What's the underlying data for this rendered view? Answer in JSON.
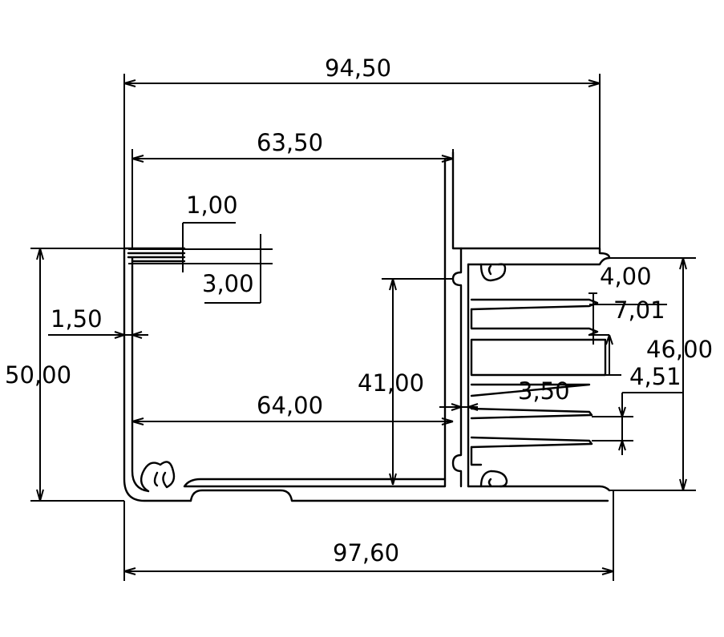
{
  "drawing": {
    "dimensions": {
      "d_94_50": "94,50",
      "d_63_50": "63,50",
      "d_1_00": "1,00",
      "d_3_00": "3,00",
      "d_1_50": "1,50",
      "d_50_00": "50,00",
      "d_64_00": "64,00",
      "d_41_00": "41,00",
      "d_4_00": "4,00",
      "d_7_01": "7,01",
      "d_46_00": "46,00",
      "d_3_50": "3,50",
      "d_4_51": "4,51",
      "d_97_60": "97,60"
    }
  }
}
